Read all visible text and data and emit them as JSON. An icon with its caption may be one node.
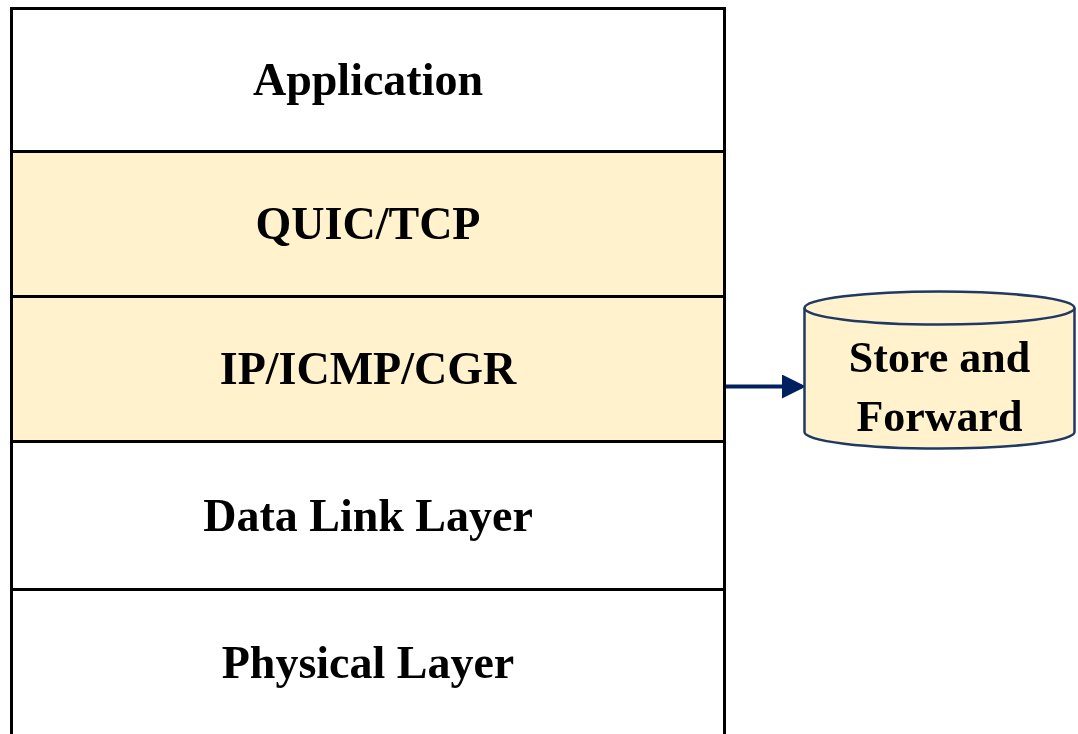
{
  "diagram": {
    "nodes": [
      {
        "text": [
          "Application"
        ]
      },
      {
        "text": [
          "QUIC/TCP"
        ]
      },
      {
        "text": [
          "IP/ICMP/CGR"
        ]
      },
      {
        "text": [
          "Data Link Layer"
        ]
      },
      {
        "text": [
          "Physical Layer"
        ]
      },
      {
        "text": [
          "Store and Forward"
        ]
      }
    ],
    "edges": [
      {
        "from": 2,
        "to": 5,
        "arrow": "to"
      }
    ]
  }
}
